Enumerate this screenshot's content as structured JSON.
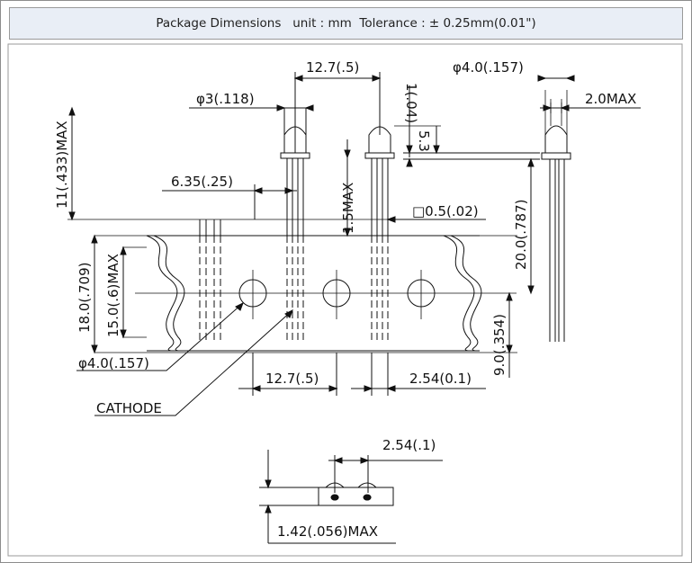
{
  "header": {
    "title": "Package Dimensions   unit : mm  Tolerance : ± 0.25mm(0.01\")"
  },
  "diagram": {
    "labels": {
      "pitch_top": "12.7(.5)",
      "diam_top": "φ4.0(.157)",
      "max_2_0": "2.0MAX",
      "diam_3": "φ3(.118)",
      "dim_1": "1(.04)",
      "dim_5_3": "5.3",
      "max_11": "11(.433)MAX",
      "dim_6_35": "6.35(.25)",
      "max_1_5": "1.5MAX",
      "square_0_5": "□0.5(.02)",
      "dim_20": "20.0(.787)",
      "dim_18": "18.0(.709)",
      "max_15": "15.0(.6)MAX",
      "dim_9": "9.0(.354)",
      "diam_hole": "φ4.0(.157)",
      "pitch_bottom": "12.7(.5)",
      "dim_2_54": "2.54(0.1)",
      "cathode": "CATHODE",
      "dim_2_54_small": "2.54(.1)",
      "max_1_42": "1.42(.056)MAX"
    }
  }
}
